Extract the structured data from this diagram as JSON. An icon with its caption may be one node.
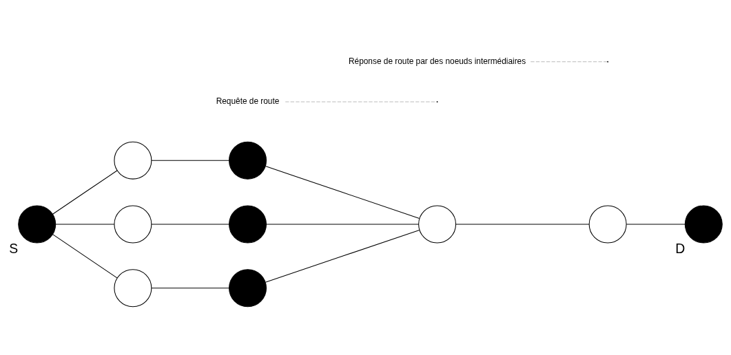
{
  "diagram": {
    "nodes": [
      {
        "text": [],
        "shape": "circle",
        "beside": [
          "S"
        ]
      },
      {
        "text": [],
        "shape": "circle"
      },
      {
        "text": [],
        "shape": "circle"
      },
      {
        "text": [],
        "shape": "circle"
      },
      {
        "text": [],
        "shape": "circle"
      },
      {
        "text": [],
        "shape": "circle"
      },
      {
        "text": [],
        "shape": "circle"
      },
      {
        "text": [],
        "shape": "circle"
      },
      {
        "text": [],
        "shape": "circle"
      },
      {
        "text": [],
        "shape": "circle",
        "beside": [
          "D"
        ]
      },
      {
        "text": [
          "Requête de route"
        ]
      },
      {
        "text": [
          "Réponse de route par des noeuds intermédiaires"
        ]
      }
    ],
    "edges": [
      {
        "from": 0,
        "to": 1,
        "arrow": "none"
      },
      {
        "from": 0,
        "to": 3,
        "arrow": "none"
      },
      {
        "from": 0,
        "to": 5,
        "arrow": "none"
      },
      {
        "from": 1,
        "to": 2,
        "arrow": "none"
      },
      {
        "from": 3,
        "to": 4,
        "arrow": "none"
      },
      {
        "from": 5,
        "to": 6,
        "arrow": "none"
      },
      {
        "from": 2,
        "to": 7,
        "arrow": "none"
      },
      {
        "from": 4,
        "to": 7,
        "arrow": "none"
      },
      {
        "from": 6,
        "to": 7,
        "arrow": "none"
      },
      {
        "from": 7,
        "to": 8,
        "arrow": "none"
      },
      {
        "from": 8,
        "to": 9,
        "arrow": "none"
      },
      {
        "from": 10,
        "to": null,
        "arrow": "none",
        "style": "dashed",
        "color": "#bbbbbb"
      },
      {
        "from": 11,
        "to": null,
        "arrow": "none",
        "style": "dashed",
        "color": "#bbbbbb"
      }
    ]
  }
}
